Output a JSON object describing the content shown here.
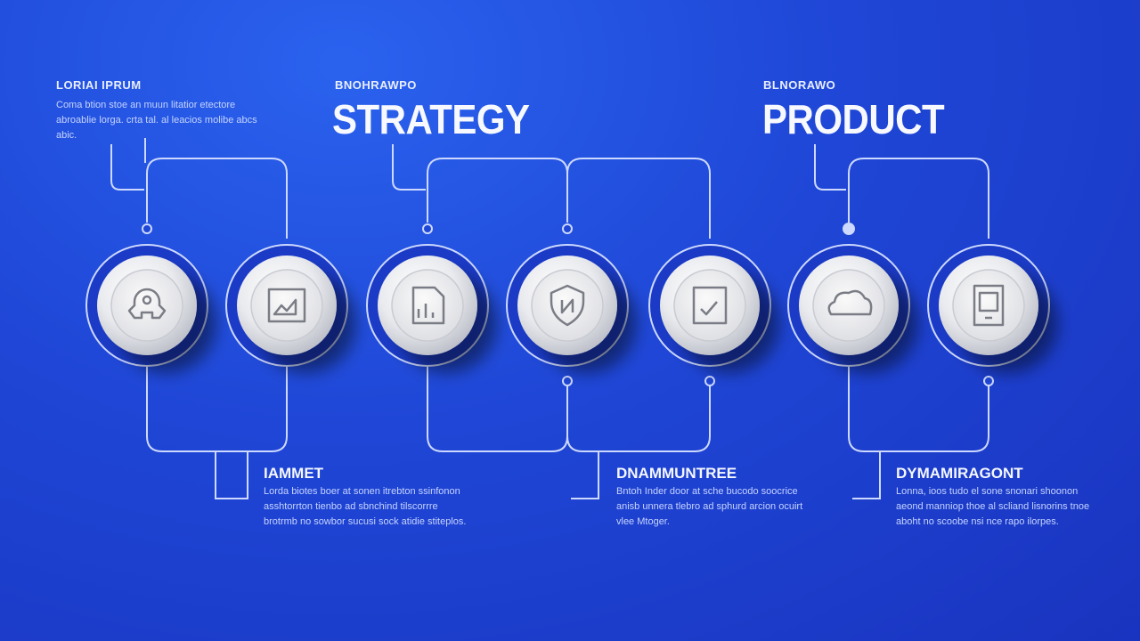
{
  "colors": {
    "background": "#1f46d6",
    "line": "#cdd9ff",
    "disc": "#e9eaee",
    "icon": "#7b7d86"
  },
  "blocks": {
    "top_left": {
      "title": "LORIAI IPRUM",
      "body": "Coma btion stoe an muun litatior etectore abroablie lorga. crta tal. al leacios molibe abcs abic."
    },
    "top_strategy": {
      "label": "BNOHRAWPO",
      "title": "STRATEGY"
    },
    "top_product": {
      "label": "BLNORAWO",
      "title": "PRODUCT"
    },
    "bottom_left": {
      "title": "IAMMET",
      "body": "Lorda biotes boer at sonen itrebton ssinfonon asshtorrton tienbo ad sbnchind tilscorrre brotrmb no sowbor sucusi sock atidie stiteplos."
    },
    "bottom_mid": {
      "title": "DNAMMUNTREE",
      "body": "Bntoh Inder door at sche bucodo soocrice anisb unnera tlebro ad sphurd arcion ocuirt vlee Mtoger."
    },
    "bottom_right": {
      "title": "DYMAMIRAGONT",
      "body": "Lonna, ioos tudo el sone snonari shoonon aeond manniop thoe al scliand lisnorins tnoe aboht no scoobe nsi nce rapo ilorpes."
    }
  },
  "steps": [
    {
      "icon": "gear-person-icon"
    },
    {
      "icon": "folder-chart-icon"
    },
    {
      "icon": "document-chart-icon"
    },
    {
      "icon": "shield-icon"
    },
    {
      "icon": "tablet-check-icon"
    },
    {
      "icon": "cloud-icon"
    },
    {
      "icon": "device-icon"
    }
  ]
}
